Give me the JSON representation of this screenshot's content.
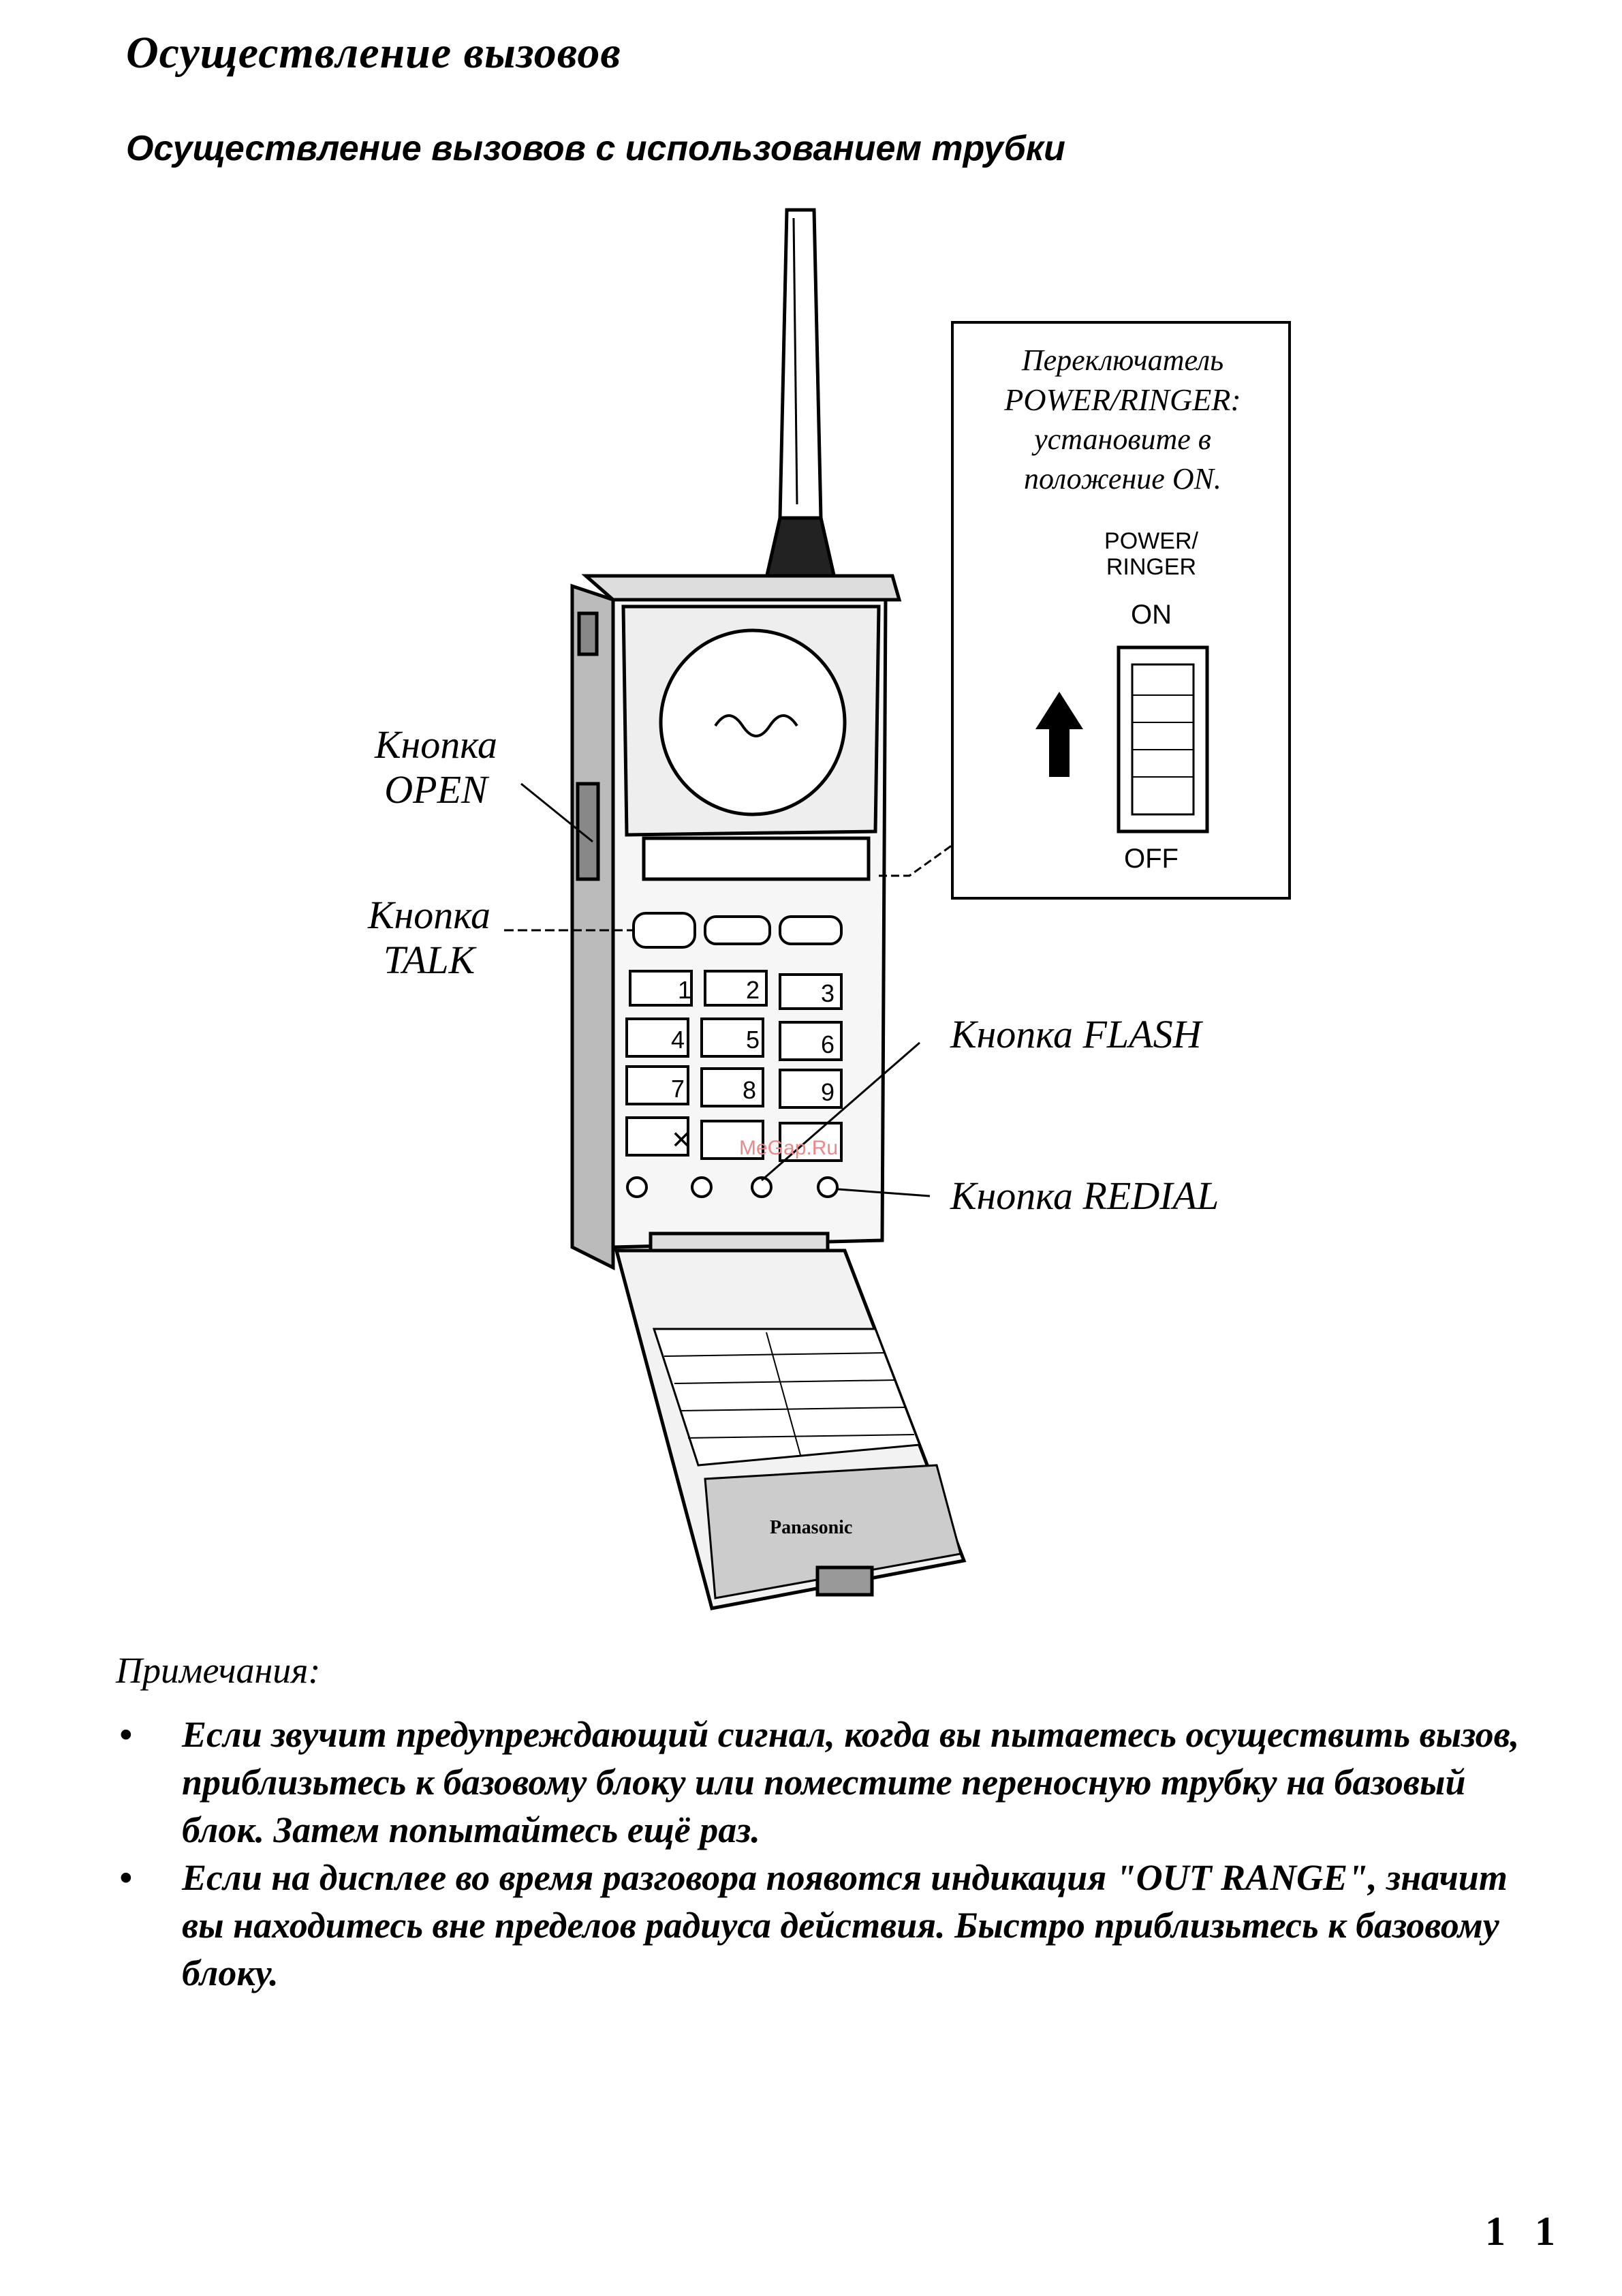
{
  "page": {
    "title": "Осуществление вызовов",
    "subtitle": "Осуществление вызовов с использованием трубки",
    "page_number": "1 1",
    "watermark": "MeGap.Ru"
  },
  "figure": {
    "label_open_line1": "Кнопка",
    "label_open_line2": "OPEN",
    "label_talk_line1": "Кнопка",
    "label_talk_line2": "TALK",
    "label_flash": "Кнопка FLASH",
    "label_redial": "Кнопка REDIAL",
    "callout": {
      "line1": "Переключатель",
      "line2": "POWER/RINGER:",
      "line3": "установите в",
      "line4": "положение ON."
    },
    "switch": {
      "label_line1": "POWER/",
      "label_line2": "RINGER",
      "on": "ON",
      "off": "OFF"
    },
    "brand": "Panasonic"
  },
  "notes": {
    "title": "Примечания:",
    "items": [
      {
        "bullet": "•",
        "text": "Если звучит предупреждающий сигнал, когда вы пытаетесь осуществить вызов, приблизьтесь к базовому блоку или поместите переносную трубку на базовый блок. Затем попытайтесь ещё раз."
      },
      {
        "bullet": "•",
        "text": "Если на дисплее во время разговора появотся индикация \"OUT RANGE\", значит вы находитесь вне пределов радиуса действия. Быстро приблизьтесь к базовому блоку."
      }
    ]
  }
}
